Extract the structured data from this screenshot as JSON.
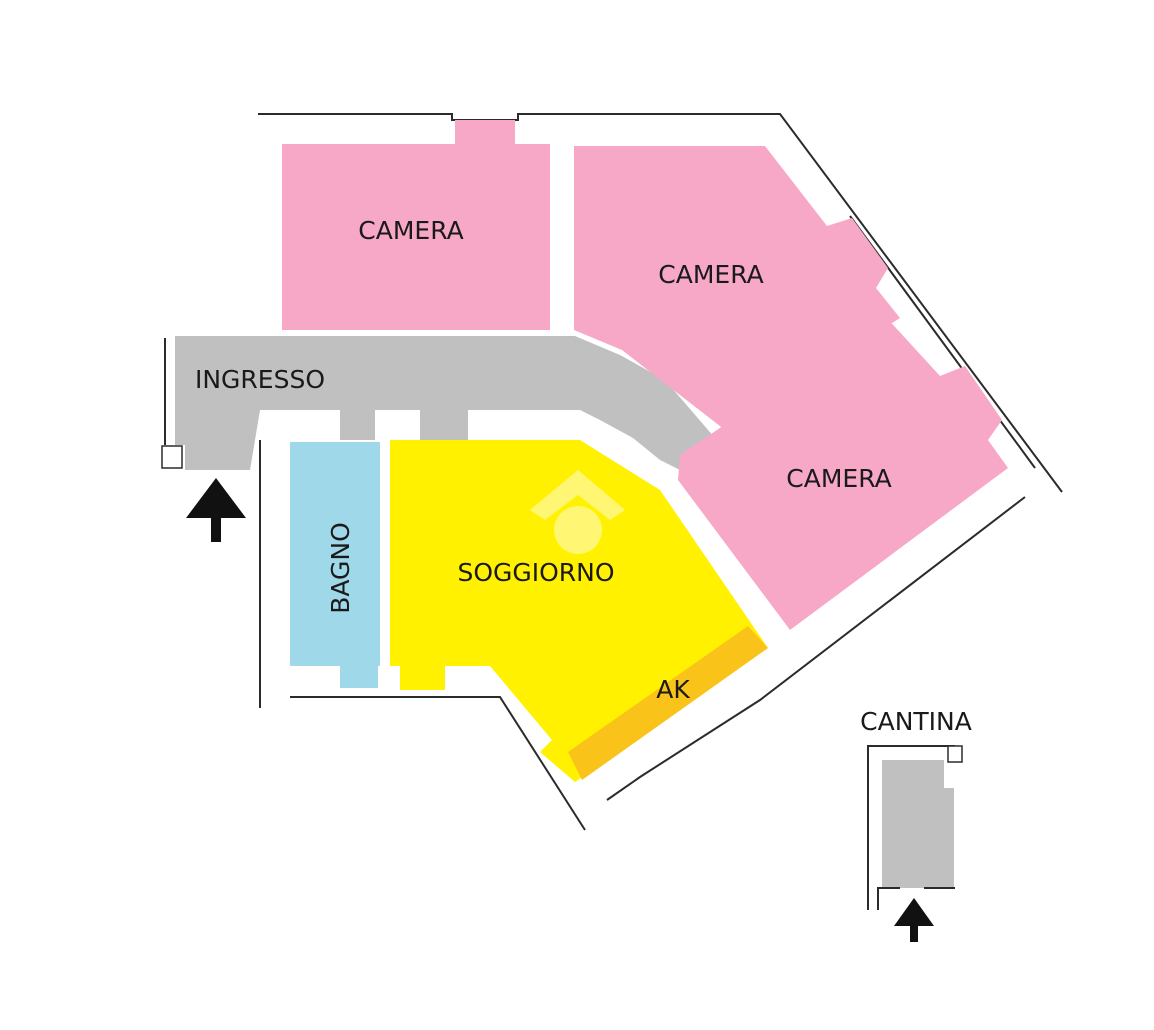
{
  "rooms": {
    "camera_1": "CAMERA",
    "camera_2": "CAMERA",
    "camera_3": "CAMERA",
    "ingresso": "INGRESSO",
    "bagno": "BAGNO",
    "soggiorno": "SOGGIORNO",
    "ak": "AK",
    "cantina": "CANTINA"
  },
  "colors": {
    "camera": "#f7a8c7",
    "corridor": "#c0c0c0",
    "bagno": "#9fd8e8",
    "soggiorno": "#fff100",
    "ak": "#fac31a",
    "wall": "#2b2b2b"
  },
  "icons": [
    "entrance-arrow-icon",
    "cantina-entrance-arrow-icon",
    "watermark-logo-icon"
  ]
}
